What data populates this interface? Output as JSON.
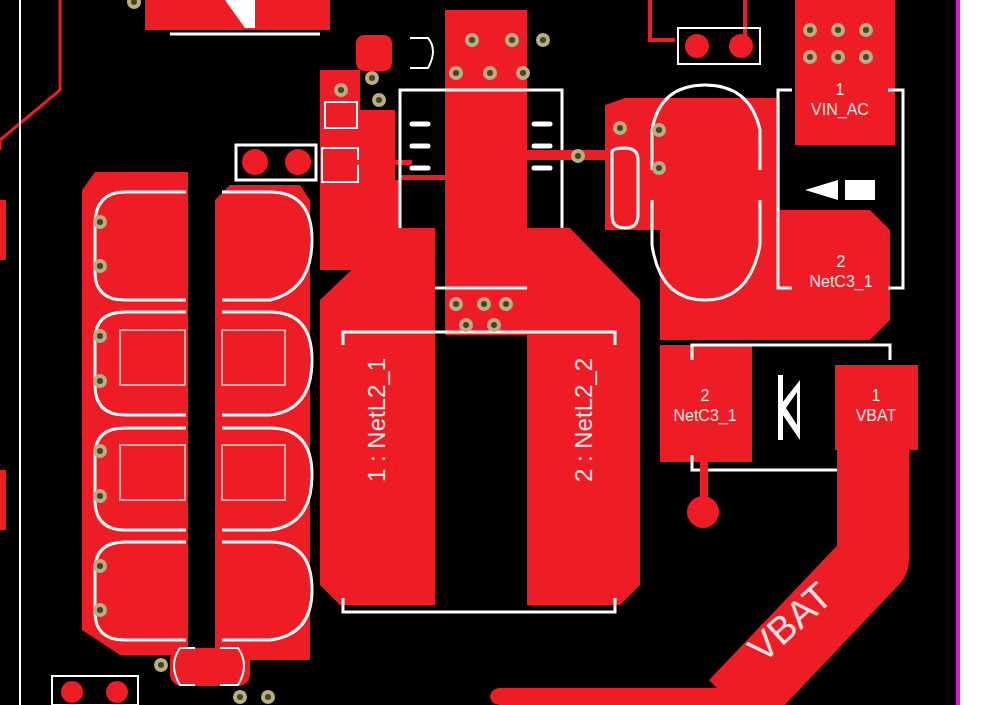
{
  "diagram": {
    "nodes": [
      {
        "text": [
          "1",
          "VIN_AC"
        ]
      },
      {
        "text": [
          "2",
          "NetC3_1"
        ]
      },
      {
        "text": [
          "1 : NetL2_1"
        ]
      },
      {
        "text": [
          "2 : NetL2_2"
        ]
      },
      {
        "text": [
          "2",
          "NetC3_1"
        ]
      },
      {
        "text": [
          "1",
          "VBAT"
        ]
      }
    ],
    "labels": [
      "VBAT"
    ]
  }
}
